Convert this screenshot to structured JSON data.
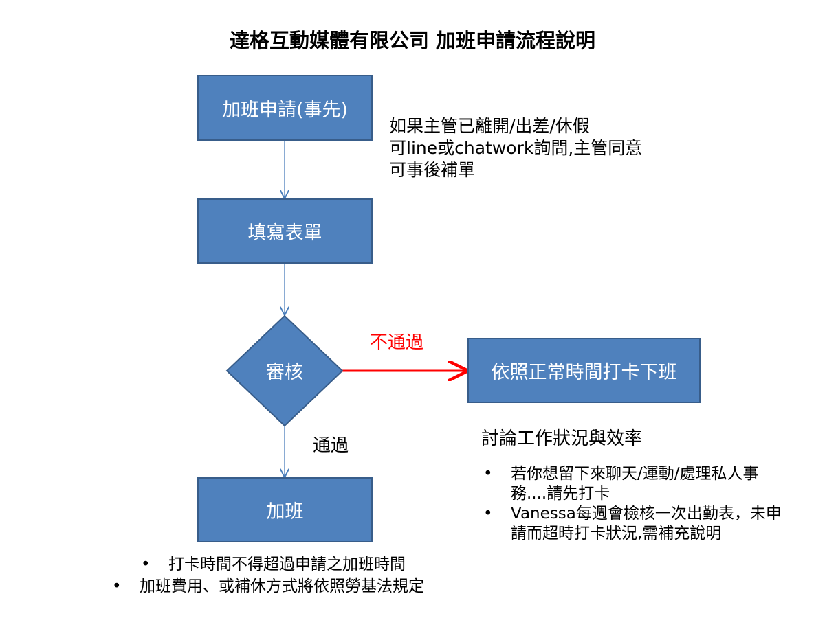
{
  "title": "達格互動媒體有限公司 加班申請流程說明",
  "nodes": {
    "apply": "加班申請(事先)",
    "fill_form": "填寫表單",
    "review": "審核",
    "normal": "依照正常時間打卡下班",
    "overtime": "加班"
  },
  "edges": {
    "reject": "不通過",
    "pass": "通過"
  },
  "note_lines": [
    "如果主管已離開/出差/休假",
    "可line或chatwork詢問,主管同意",
    "可事後補單"
  ],
  "discuss": {
    "heading": "討論工作狀況與效率",
    "bullets": [
      "若你想留下來聊天/運動/處理私人事務....請先打卡",
      "Vanessa每週會檢核一次出勤表，未申請而超時打卡狀況,需補充說明"
    ]
  },
  "bottom_bullets": [
    "打卡時間不得超過申請之加班時間",
    "加班費用、或補休方式將依照勞基法規定"
  ],
  "colors": {
    "box": "#4f81bd",
    "border": "#385d8a",
    "reject": "#ff0000"
  }
}
